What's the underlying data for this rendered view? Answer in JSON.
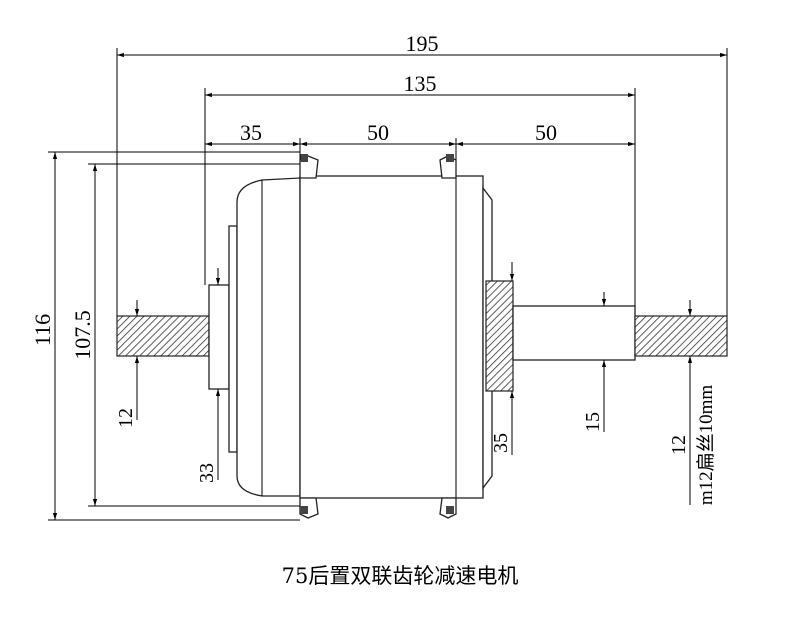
{
  "caption": "75后置双联齿轮减速电机",
  "dimensions": {
    "overall_length": "195",
    "flange_span": "135",
    "left_offset": "35",
    "mid_span": "50",
    "right_span": "50",
    "outer_diameter": "116",
    "flange_diameter": "107.5",
    "left_axle": "12",
    "left_hub": "33",
    "right_hub": "35",
    "right_shaft": "15",
    "right_axle": "12",
    "thread_note": "m12扁丝10mm"
  }
}
